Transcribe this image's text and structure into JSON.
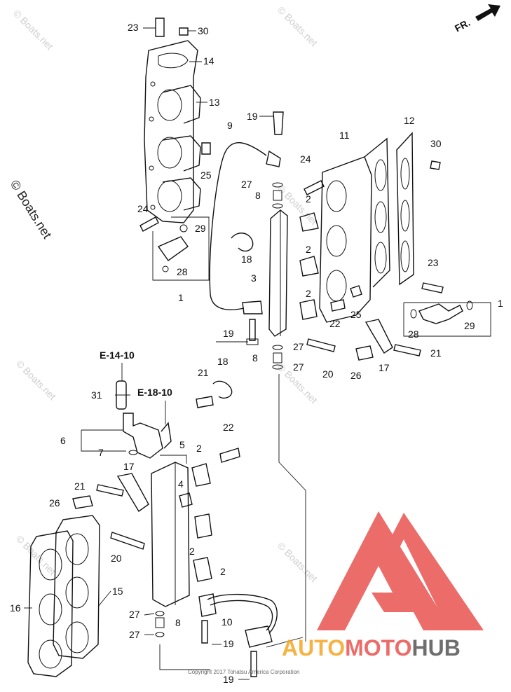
{
  "diagram": {
    "direction_label": "FR.",
    "references": [
      "E-14-10",
      "E-18-10"
    ],
    "callouts": [
      "23",
      "30",
      "14",
      "13",
      "25",
      "9",
      "19",
      "24",
      "27",
      "8",
      "11",
      "12",
      "30",
      "2",
      "3",
      "18",
      "29",
      "28",
      "1",
      "24",
      "23",
      "2",
      "25",
      "22",
      "2",
      "1",
      "29",
      "28",
      "19",
      "27",
      "8",
      "27",
      "21",
      "20",
      "17",
      "26",
      "21",
      "18",
      "31",
      "6",
      "7",
      "5",
      "2",
      "22",
      "17",
      "21",
      "26",
      "4",
      "2",
      "20",
      "2",
      "15",
      "16",
      "27",
      "8",
      "27",
      "10",
      "19",
      "19"
    ]
  },
  "watermarks": {
    "vertical": "© Boats.net",
    "tiled": "© Boats.net"
  },
  "copyright": "Copyright 2017 Tohatsu America Corporation",
  "logo": {
    "part1": "AUTO",
    "part2": "MOTO",
    "part3": "HUB",
    "color_red": "#e8534f",
    "color_orange": "#f5a623",
    "color_gray": "#555555"
  }
}
